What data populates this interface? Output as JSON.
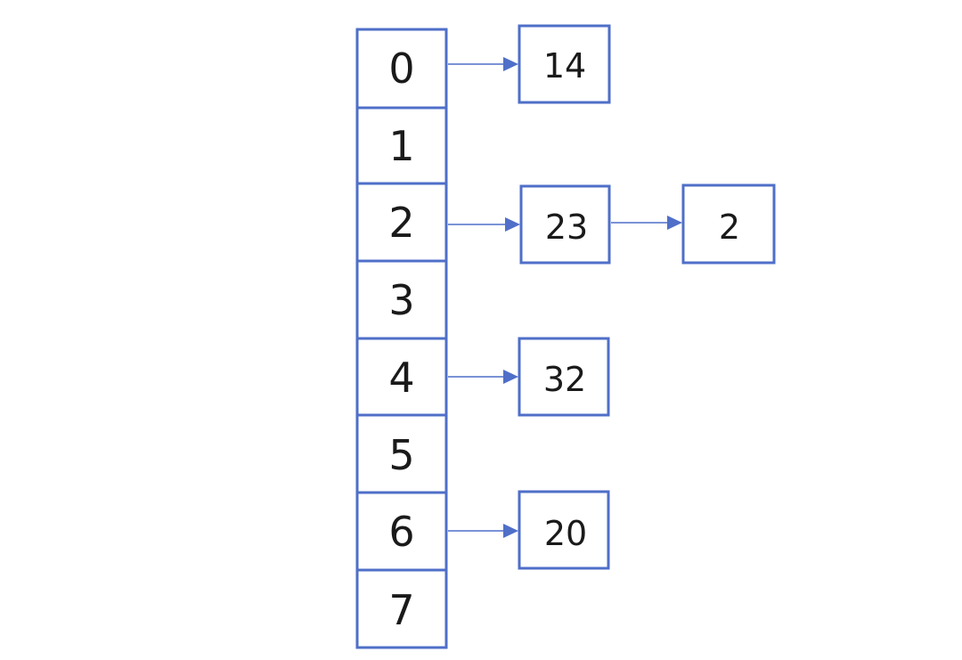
{
  "colors": {
    "stroke": "#4f6fc8",
    "text": "#1a1a1a",
    "background": "#ffffff"
  },
  "buckets": [
    {
      "label": "0"
    },
    {
      "label": "1"
    },
    {
      "label": "2"
    },
    {
      "label": "3"
    },
    {
      "label": "4"
    },
    {
      "label": "5"
    },
    {
      "label": "6"
    },
    {
      "label": "7"
    }
  ],
  "chains": [
    {
      "bucket": "0",
      "nodes": [
        "14"
      ]
    },
    {
      "bucket": "2",
      "nodes": [
        "23",
        "2"
      ]
    },
    {
      "bucket": "4",
      "nodes": [
        "32"
      ]
    },
    {
      "bucket": "6",
      "nodes": [
        "20"
      ]
    }
  ]
}
